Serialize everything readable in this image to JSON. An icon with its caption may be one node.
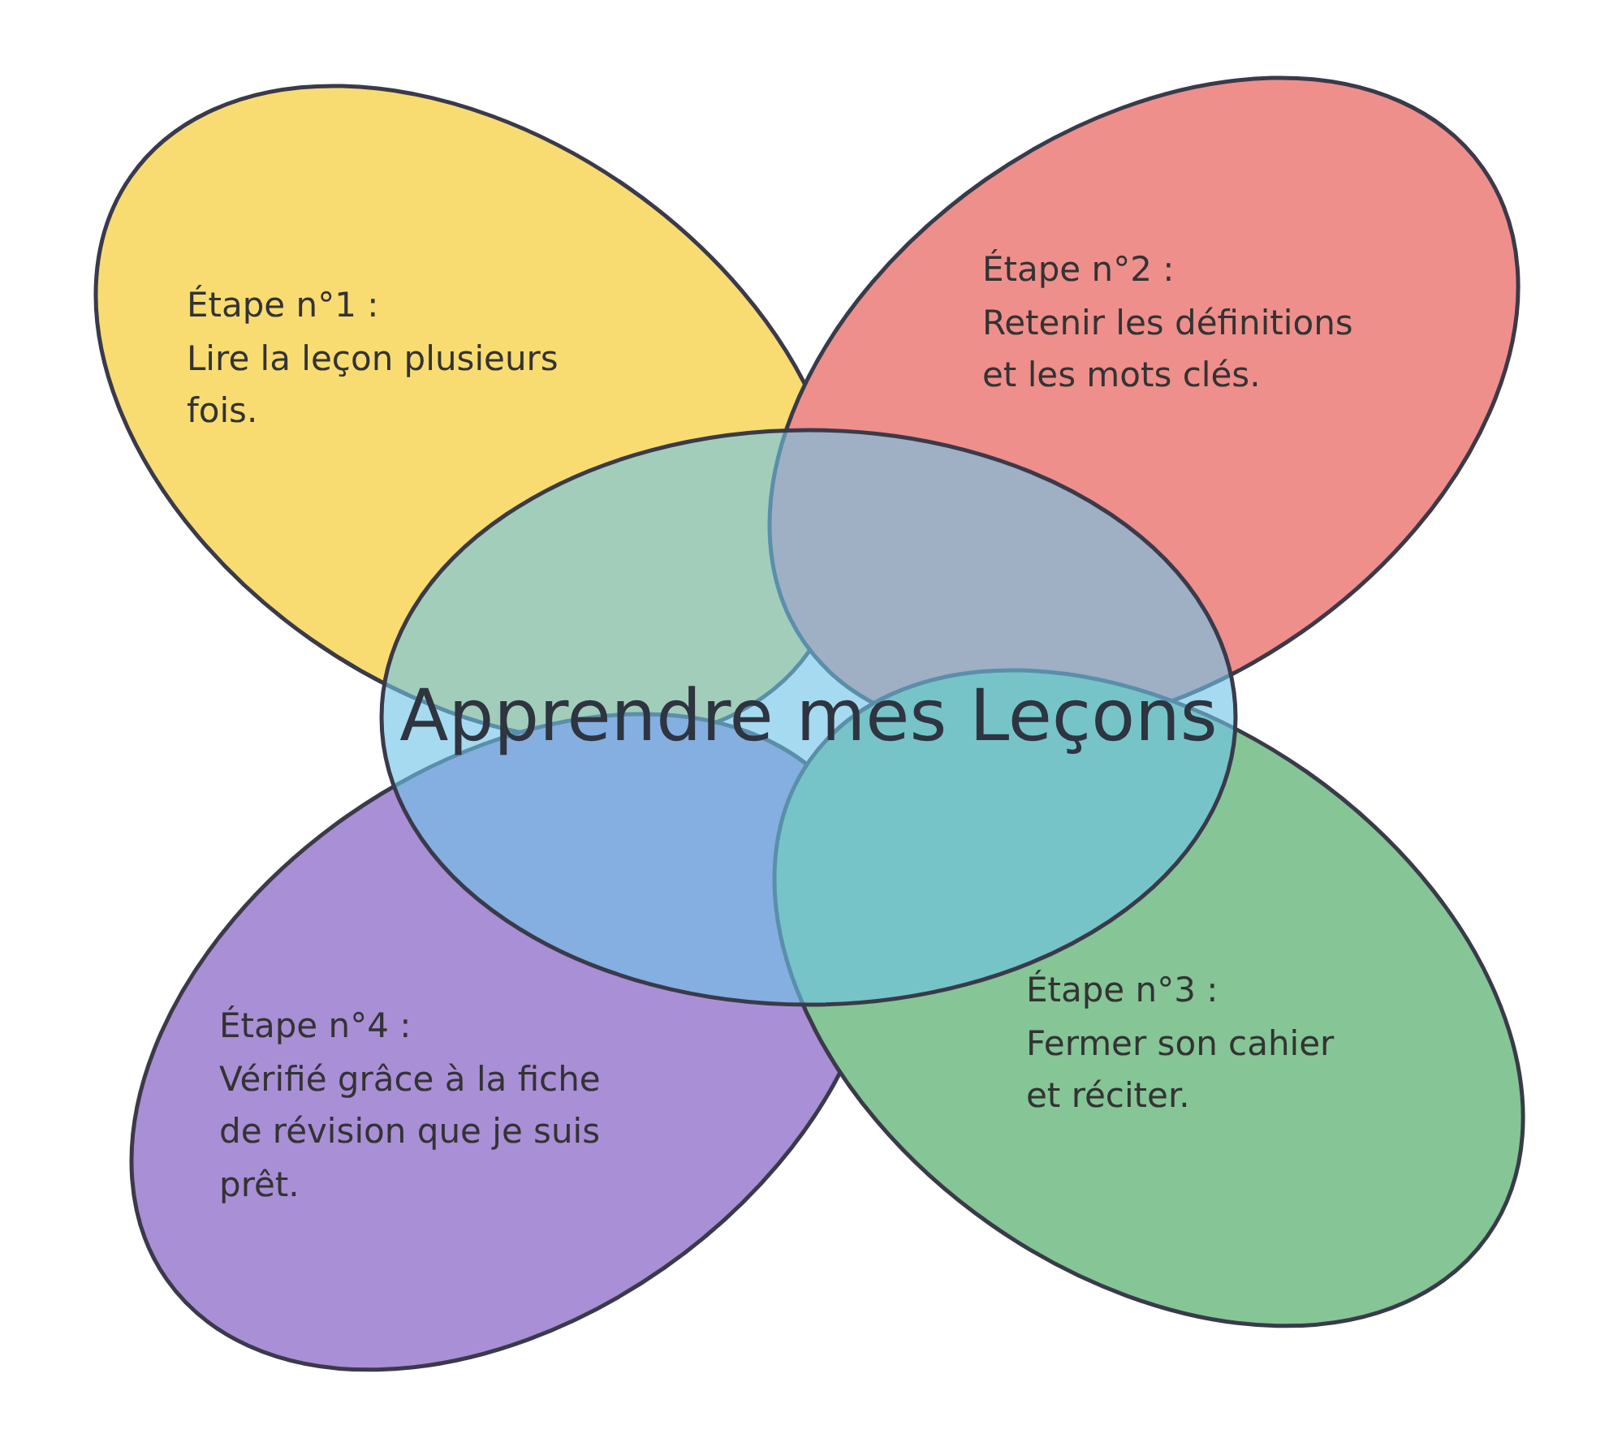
{
  "diagram": {
    "nodes": [
      {
        "text": [
          "Étape n°1 :",
          "Lire la leçon plusieurs fois."
        ]
      },
      {
        "text": [
          "Étape n°2 :",
          "Retenir les définitions et les mots clés."
        ]
      },
      {
        "text": [
          "Apprendre mes Leçons"
        ]
      },
      {
        "text": [
          "Étape n°4 :",
          "Vérifié grâce à la fiche de révision que je suis prêt."
        ]
      },
      {
        "text": [
          "Étape n°3 :",
          "Fermer son cahier et réciter."
        ]
      }
    ]
  }
}
